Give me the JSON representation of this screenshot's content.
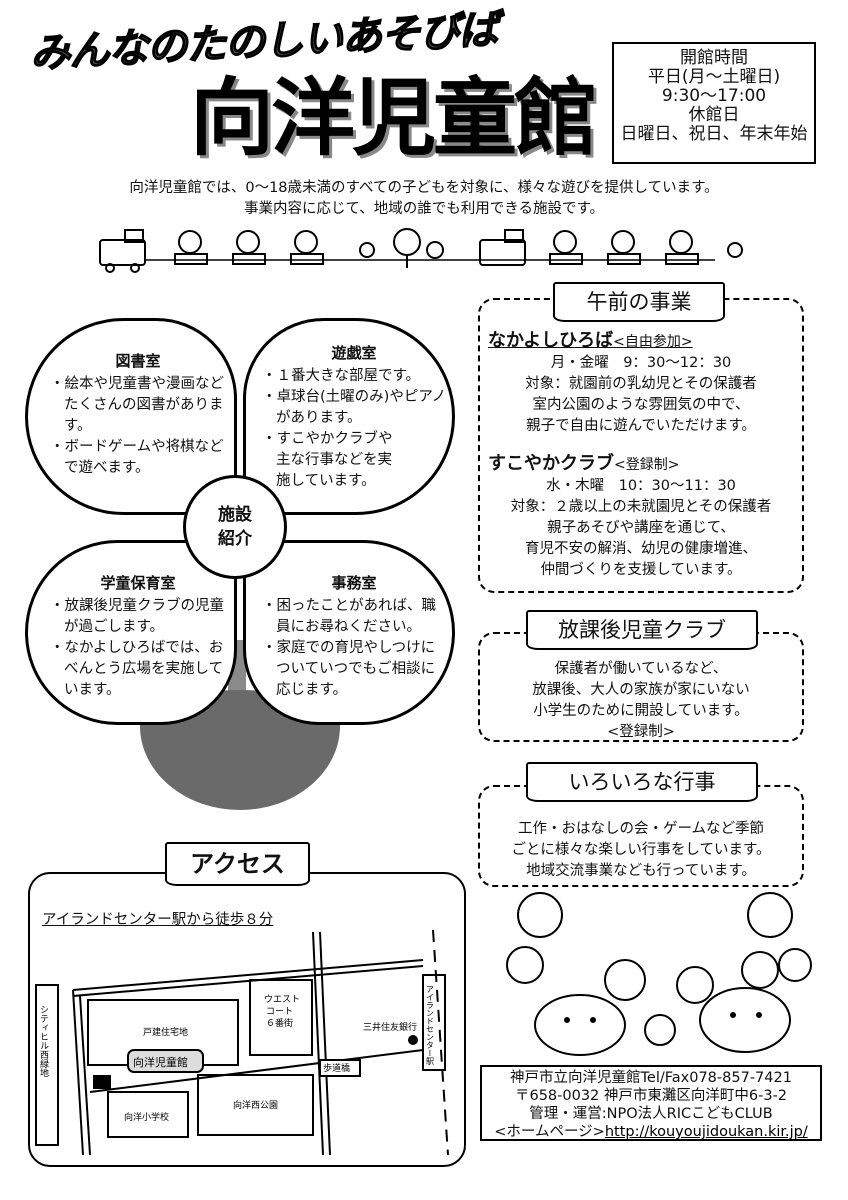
{
  "header": {
    "subtitle": "みんなのたのしいあそびば",
    "title": "向洋児童館"
  },
  "hours": {
    "label": "開館時間",
    "days": "平日(月～土曜日)",
    "time": "9:30～17:00",
    "closed_label": "休館日",
    "closed_days": "日曜日、祝日、年末年始"
  },
  "intro": [
    "向洋児童館では、0～18歳未満のすべての子どもを対象に、様々な遊びを提供しています。",
    "事業内容に応じて、地域の誰でも利用できる施設です。"
  ],
  "facilities": {
    "center": [
      "施設",
      "紹介"
    ],
    "rooms": [
      {
        "name": "図書室",
        "items": [
          "・絵本や児童書や漫画などたくさんの図書があります。",
          "・ボードゲームや将棋などで遊べます。"
        ]
      },
      {
        "name": "遊戯室",
        "items": [
          "・１番大きな部屋です。",
          "・卓球台(土曜のみ)やピアノがあります。",
          "・すこやかクラブや主な行事などを実施しています。"
        ]
      },
      {
        "name": "学童保育室",
        "items": [
          "・放課後児童クラブの児童が過ごします。",
          "・なかよしひろばでは、おべんとう広場を実施しています。"
        ]
      },
      {
        "name": "事務室",
        "items": [
          "・困ったことがあれば、職員にお尋ねください。",
          "・家庭での育児やしつけについていつでもご相談に応じます。"
        ]
      }
    ]
  },
  "morning": {
    "title": "午前の事業",
    "prog1": {
      "name": "なかよしひろば",
      "tag": "<自由参加>",
      "lines": [
        "月・金曜　9：30～12：30",
        "対象：就園前の乳幼児とその保護者",
        "室内公園のような雰囲気の中で、",
        "親子で自由に遊んでいただけます。"
      ]
    },
    "prog2": {
      "name": "すこやかクラブ",
      "tag": "<登録制>",
      "lines": [
        "水・木曜　10：30～11：30",
        "対象：２歳以上の未就園児とその保護者",
        "親子あそびや講座を通じて、",
        "育児不安の解消、幼児の健康増進、",
        "仲間づくりを支援しています。"
      ]
    }
  },
  "club": {
    "title": "放課後児童クラブ",
    "lines": [
      "保護者が働いているなど、",
      "放課後、大人の家族が家にいない",
      "小学生のために開設しています。",
      "<登録制>"
    ]
  },
  "events": {
    "title": "いろいろな行事",
    "lines": [
      "工作・おはなしの会・ゲームなど季節",
      "ごとに様々な楽しい行事をしています。",
      "地域交流事業なども行っています。"
    ]
  },
  "access": {
    "title": "アクセス",
    "walk": "アイランドセンター駅から徒歩８分",
    "map": {
      "greenway": "シティヒル西緑地",
      "housing": "戸建住宅地",
      "westcourt": [
        "ウエスト",
        "コート",
        "６番街"
      ],
      "bank": "三井住友銀行",
      "station": "アイランドセンター駅",
      "bridge": "歩道橋",
      "facility": "向洋児童館",
      "school": "向洋小学校",
      "park": "向洋西公園"
    }
  },
  "footer": {
    "line1": "神戸市立向洋児童館Tel/Fax078-857-7421",
    "line2": "〒658-0032  神戸市東灘区向洋町中6-3-2",
    "line3": "管理・運営:NPO法人RICこどもCLUB",
    "hp_label": "<ホームページ>",
    "url": "http://kouyoujidoukan.kir.jp/"
  }
}
